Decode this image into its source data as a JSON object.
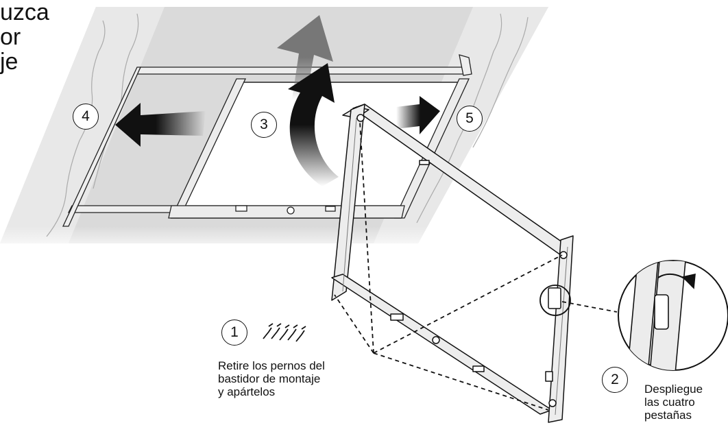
{
  "heading": {
    "lines": [
      "uzca",
      "or",
      "je"
    ]
  },
  "steps": {
    "s1": {
      "number": "1",
      "caption": [
        "Retire los pernos del",
        "bastidor de montaje",
        "y apártelos"
      ]
    },
    "s2": {
      "number": "2",
      "caption": [
        "Despliegue",
        "las cuatro",
        "pestañas"
      ]
    },
    "s3": {
      "number": "3"
    },
    "s4": {
      "number": "4"
    },
    "s5": {
      "number": "5"
    }
  },
  "colors": {
    "line": "#111111",
    "ceiling": "#d9d9d9",
    "frame": "#ececec",
    "arrow_dark": "#111111",
    "arrow_gray": "#777777"
  },
  "icons": [
    "bolt-icon",
    "arrow-left-icon",
    "arrow-right-icon",
    "arrow-up-icon",
    "curved-arrow-icon"
  ]
}
